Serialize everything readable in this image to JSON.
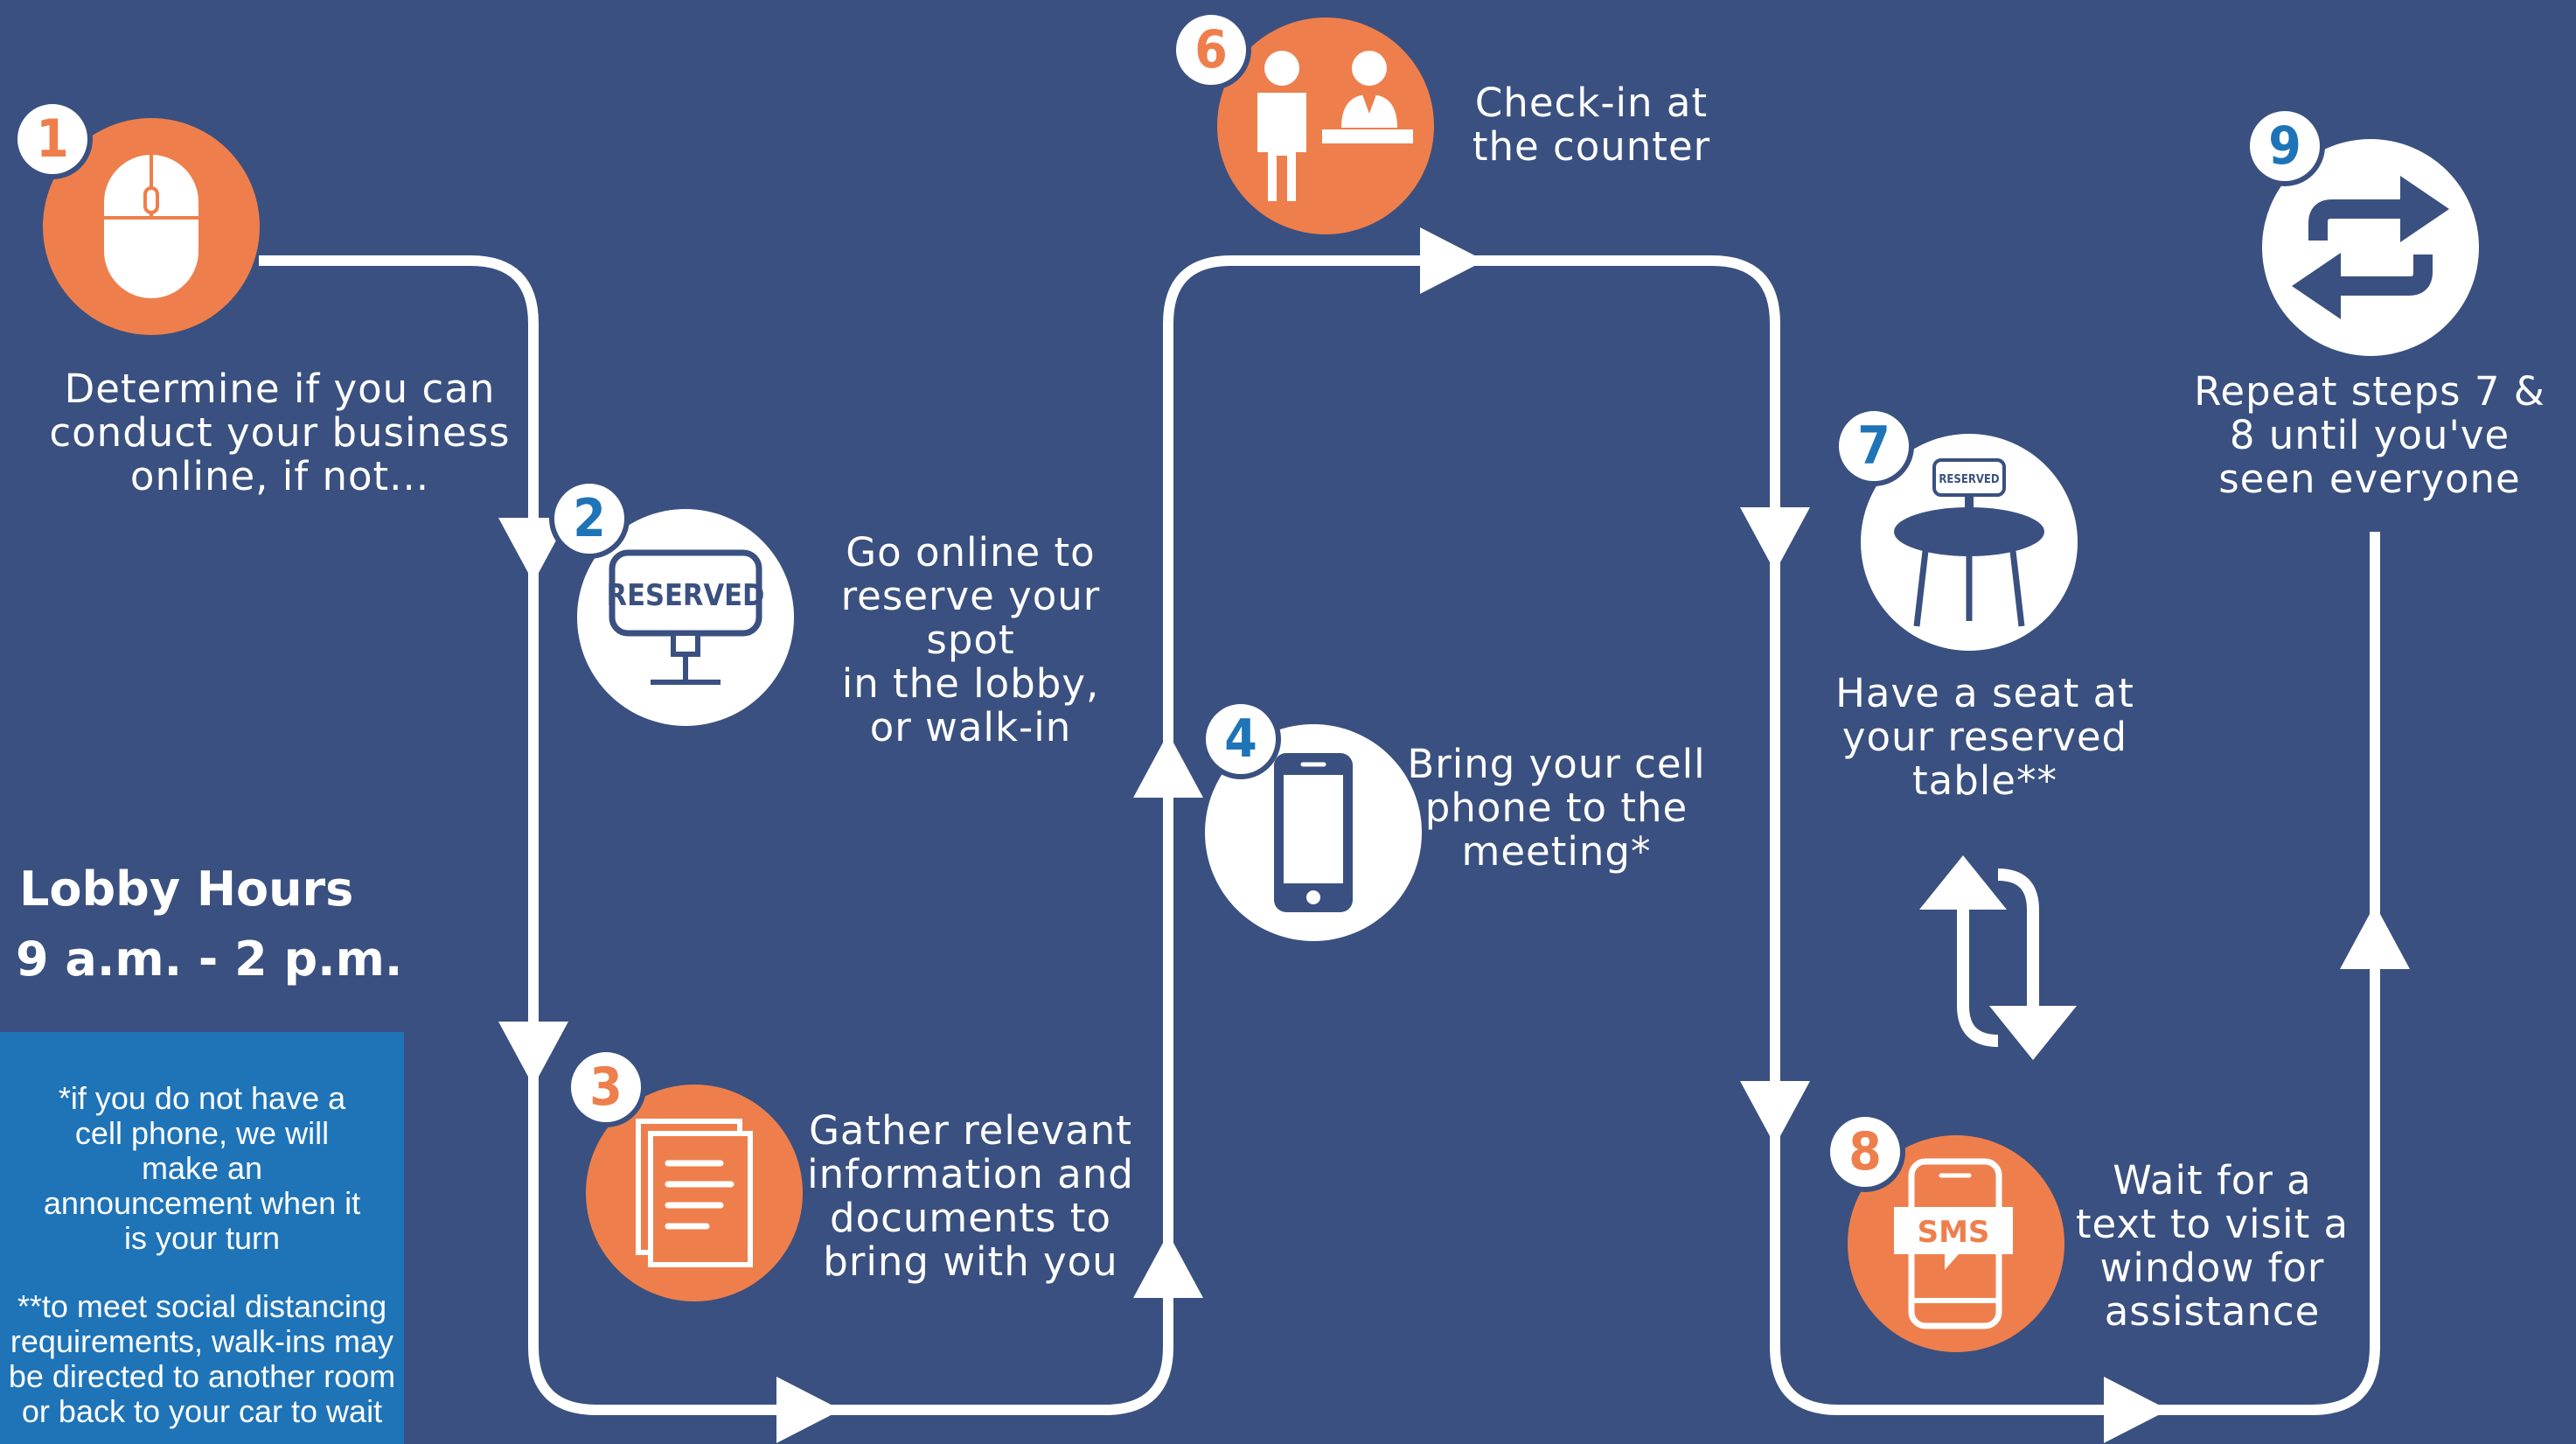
{
  "steps": [
    {
      "number": "1",
      "icon": "mouse-icon",
      "text": "Determine if you can\nconduct your business\nonline, if not..."
    },
    {
      "number": "2",
      "icon": "reserved-sign-icon",
      "sign_text": "RESERVED",
      "text": "Go online to\nreserve your spot\nin the lobby,\nor walk-in"
    },
    {
      "number": "3",
      "icon": "documents-icon",
      "text": "Gather relevant\ninformation and\ndocuments to\nbring with you"
    },
    {
      "number": "4",
      "icon": "cell-phone-icon",
      "text": "Bring your cell\nphone to the\nmeeting*"
    },
    {
      "number": "6",
      "icon": "check-in-counter-icon",
      "text": "Check-in at\nthe counter"
    },
    {
      "number": "7",
      "icon": "reserved-table-icon",
      "sign_text": "RESERVED",
      "text": "Have a seat at\nyour reserved\ntable**"
    },
    {
      "number": "8",
      "icon": "sms-phone-icon",
      "sms_text": "SMS",
      "text": "Wait for a\ntext to visit a\nwindow for\nassistance"
    },
    {
      "number": "9",
      "icon": "repeat-icon",
      "text": "Repeat steps 7 &\n8 until you've\nseen everyone"
    }
  ],
  "lobby_hours": {
    "title": "Lobby Hours",
    "hours": "9 a.m. - 2 p.m."
  },
  "notes": [
    "*if you do not have a cell phone, we will make an announcement when it is your turn",
    "**to meet social distancing requirements, walk-ins may be directed to another room or back to your car to wait"
  ],
  "colors": {
    "background": "#3a5080",
    "accent_orange": "#ee7f4c",
    "accent_blue": "#1f74b8",
    "line": "#ffffff"
  }
}
